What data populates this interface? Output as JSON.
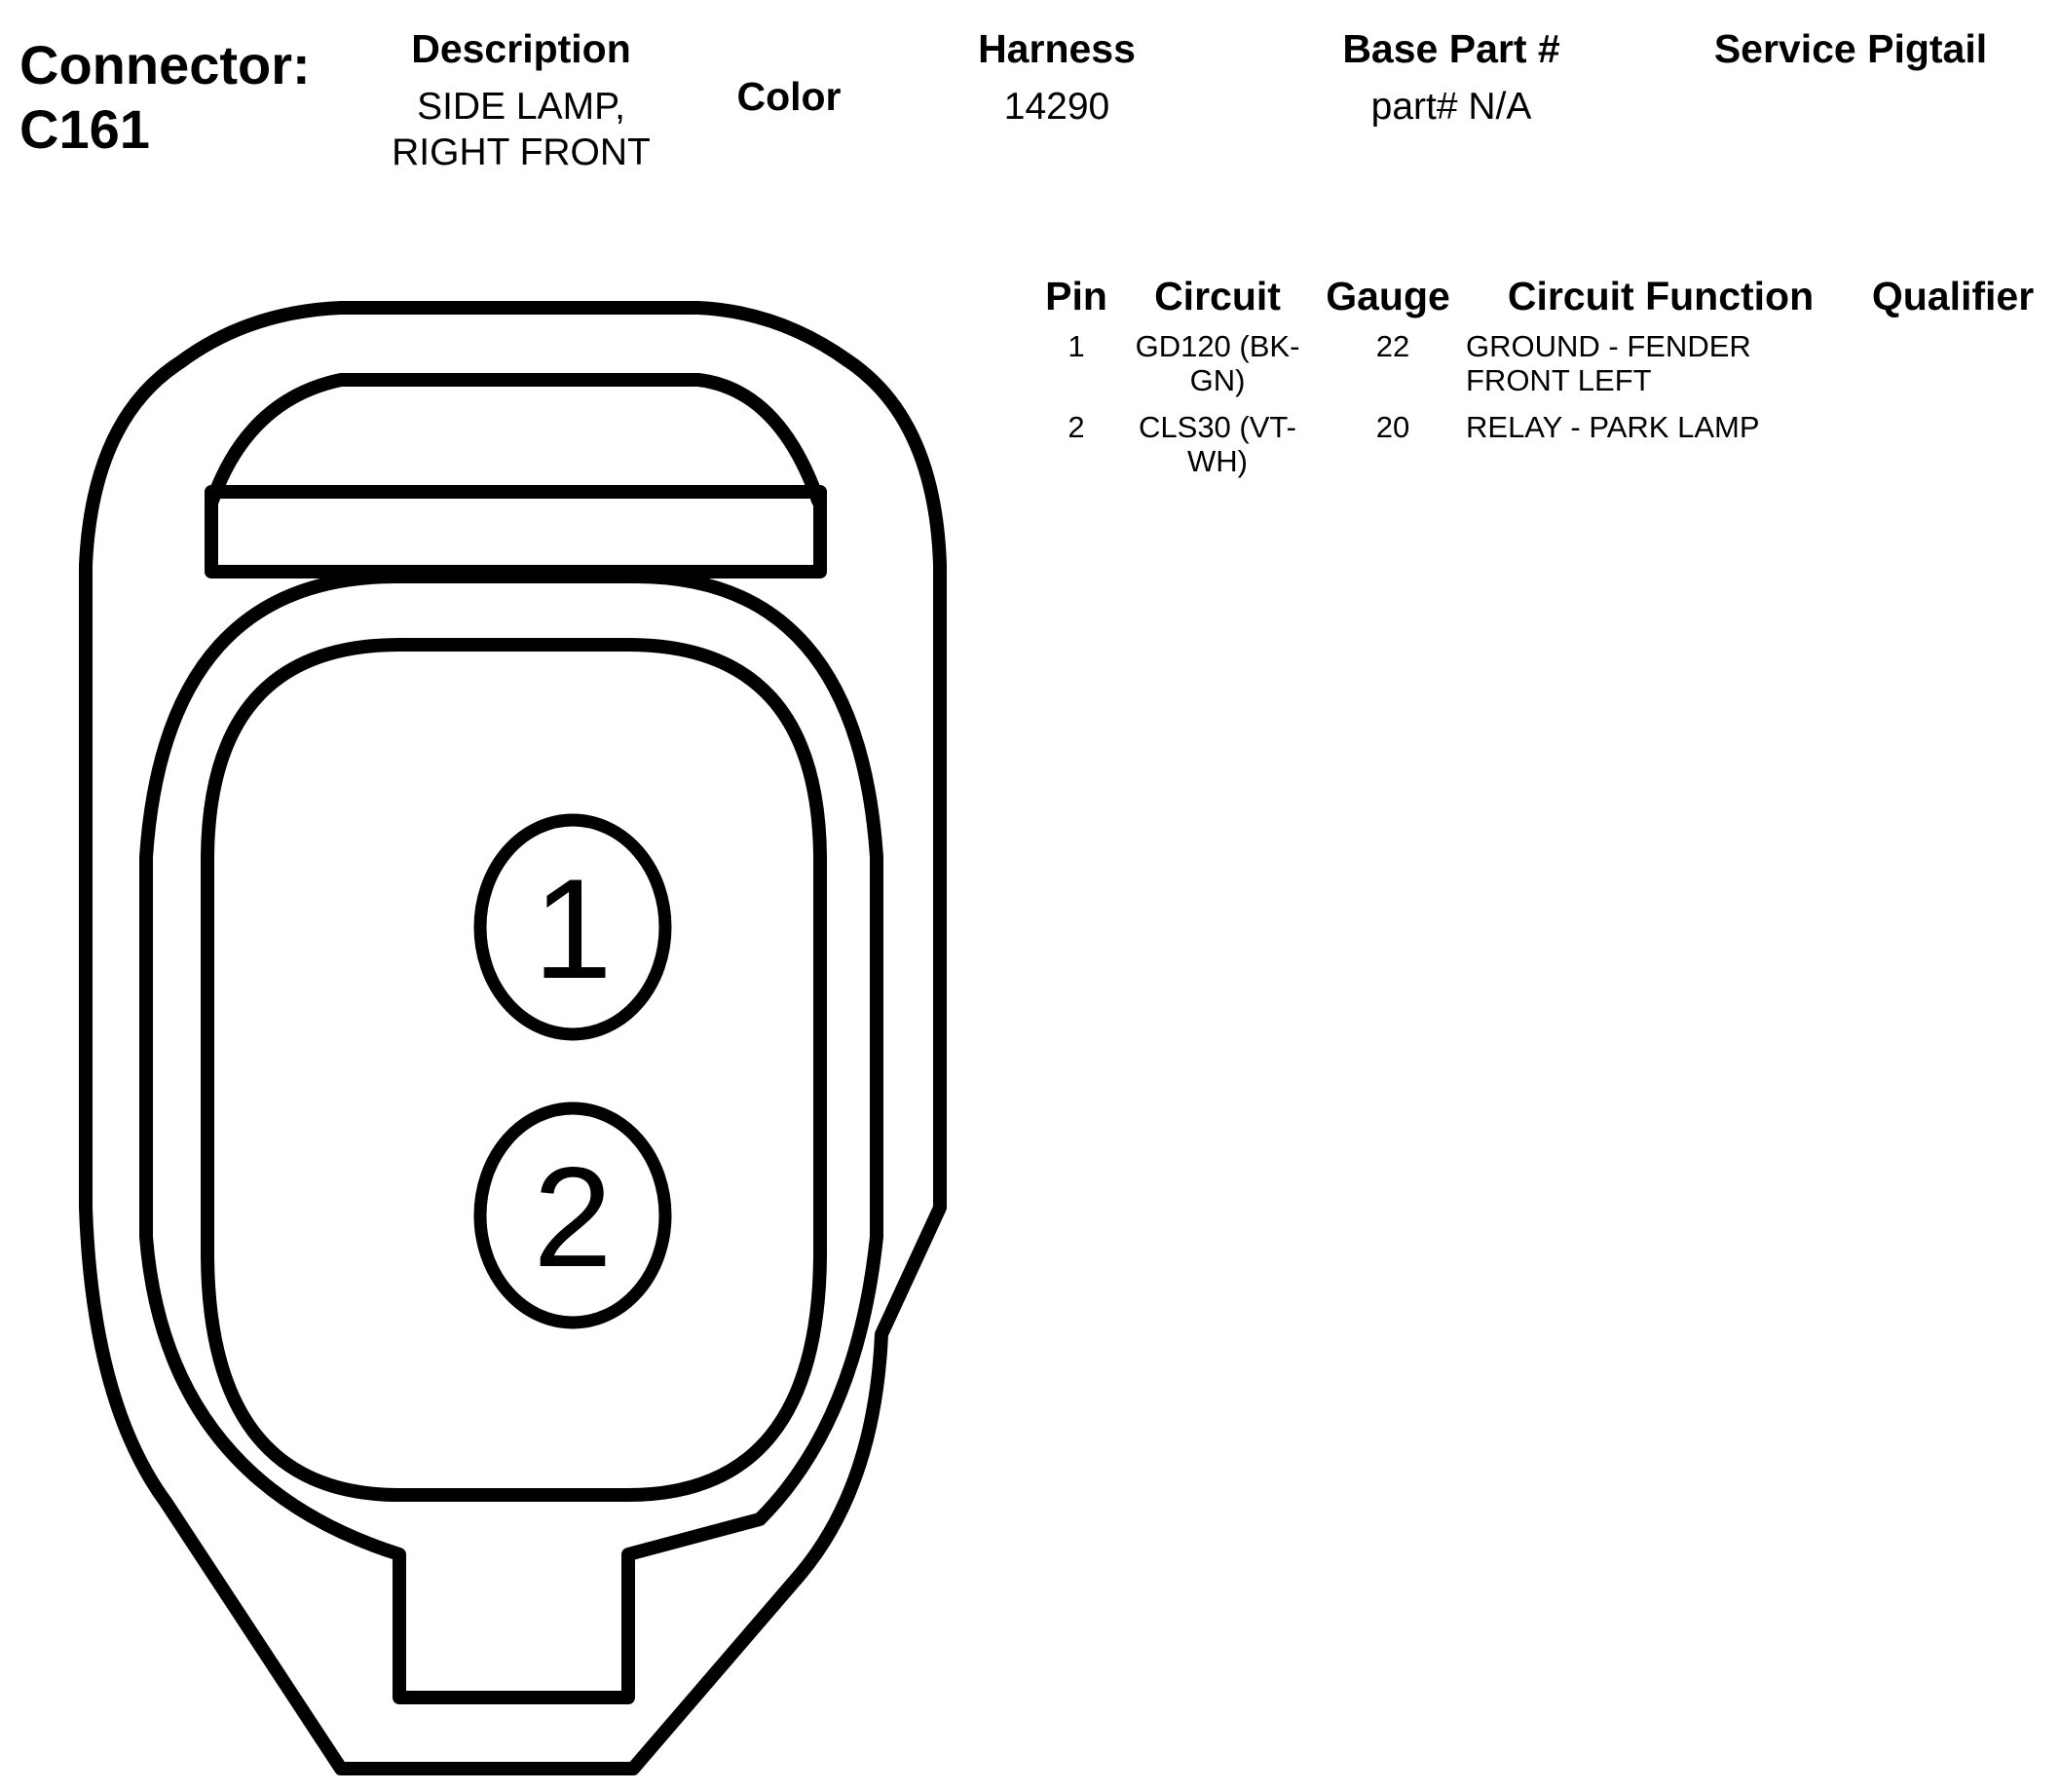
{
  "header": {
    "connector_label": "Connector:",
    "connector_id": "C161",
    "description_label": "Description",
    "description_line1": "SIDE LAMP,",
    "description_line2": "RIGHT FRONT",
    "color_label": "Color",
    "harness_label": "Harness",
    "harness_value": "14290",
    "base_part_label": "Base Part #",
    "base_part_value": "part# N/A",
    "service_pigtail_label": "Service Pigtail"
  },
  "pin_table": {
    "columns": [
      "Pin",
      "Circuit",
      "Gauge",
      "Circuit Function",
      "Qualifier"
    ],
    "rows": [
      {
        "pin": "1",
        "circuit_line1": "GD120 (BK-",
        "circuit_line2": "GN)",
        "gauge": "22",
        "function_line1": "GROUND - FENDER",
        "function_line2": "FRONT LEFT",
        "qualifier": ""
      },
      {
        "pin": "2",
        "circuit_line1": "CLS30 (VT-",
        "circuit_line2": "WH)",
        "gauge": "20",
        "function_line1": "RELAY - PARK LAMP",
        "function_line2": "",
        "qualifier": ""
      }
    ]
  },
  "connector_diagram": {
    "pin_labels": [
      "1",
      "2"
    ],
    "stroke_color": "#000000"
  }
}
